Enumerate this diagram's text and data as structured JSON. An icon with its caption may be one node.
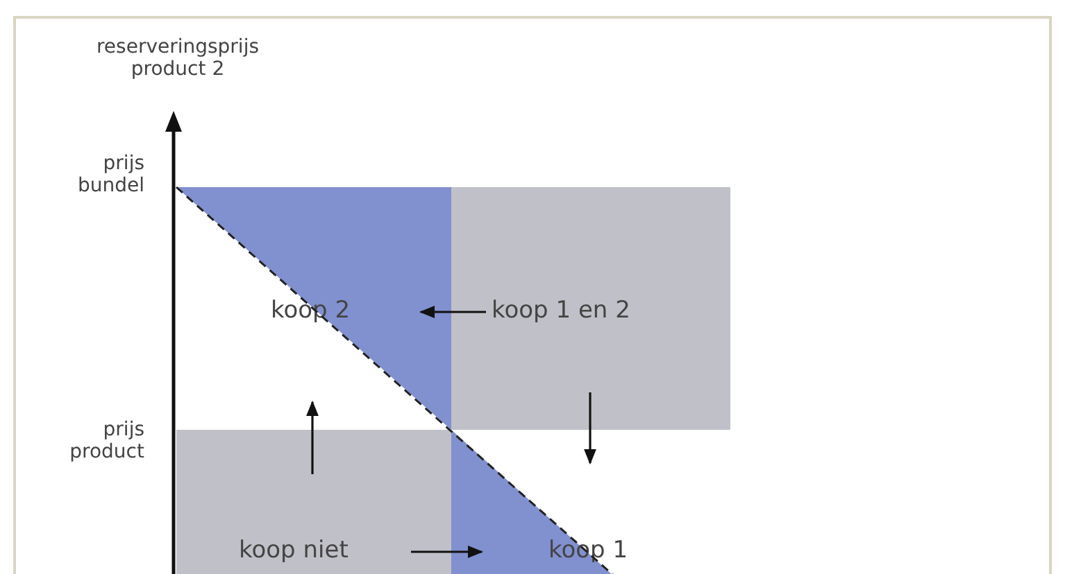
{
  "diagram": {
    "nodes": [
      {
        "text": [
          "koop 2"
        ]
      },
      {
        "text": [
          "koop 1 en 2"
        ]
      },
      {
        "text": [
          "koop niet"
        ]
      },
      {
        "text": [
          "koop 1"
        ]
      }
    ],
    "edges": [
      {
        "from": 1,
        "to": 0,
        "arrow": "to"
      },
      {
        "from": 2,
        "to": null,
        "arrow": "to"
      },
      {
        "from": 1,
        "to": null,
        "arrow": "to"
      },
      {
        "from": 2,
        "to": 3,
        "arrow": "to"
      }
    ],
    "labels": [
      "reserveringsprijs product 2",
      "prijs bundel",
      "prijs product"
    ]
  }
}
